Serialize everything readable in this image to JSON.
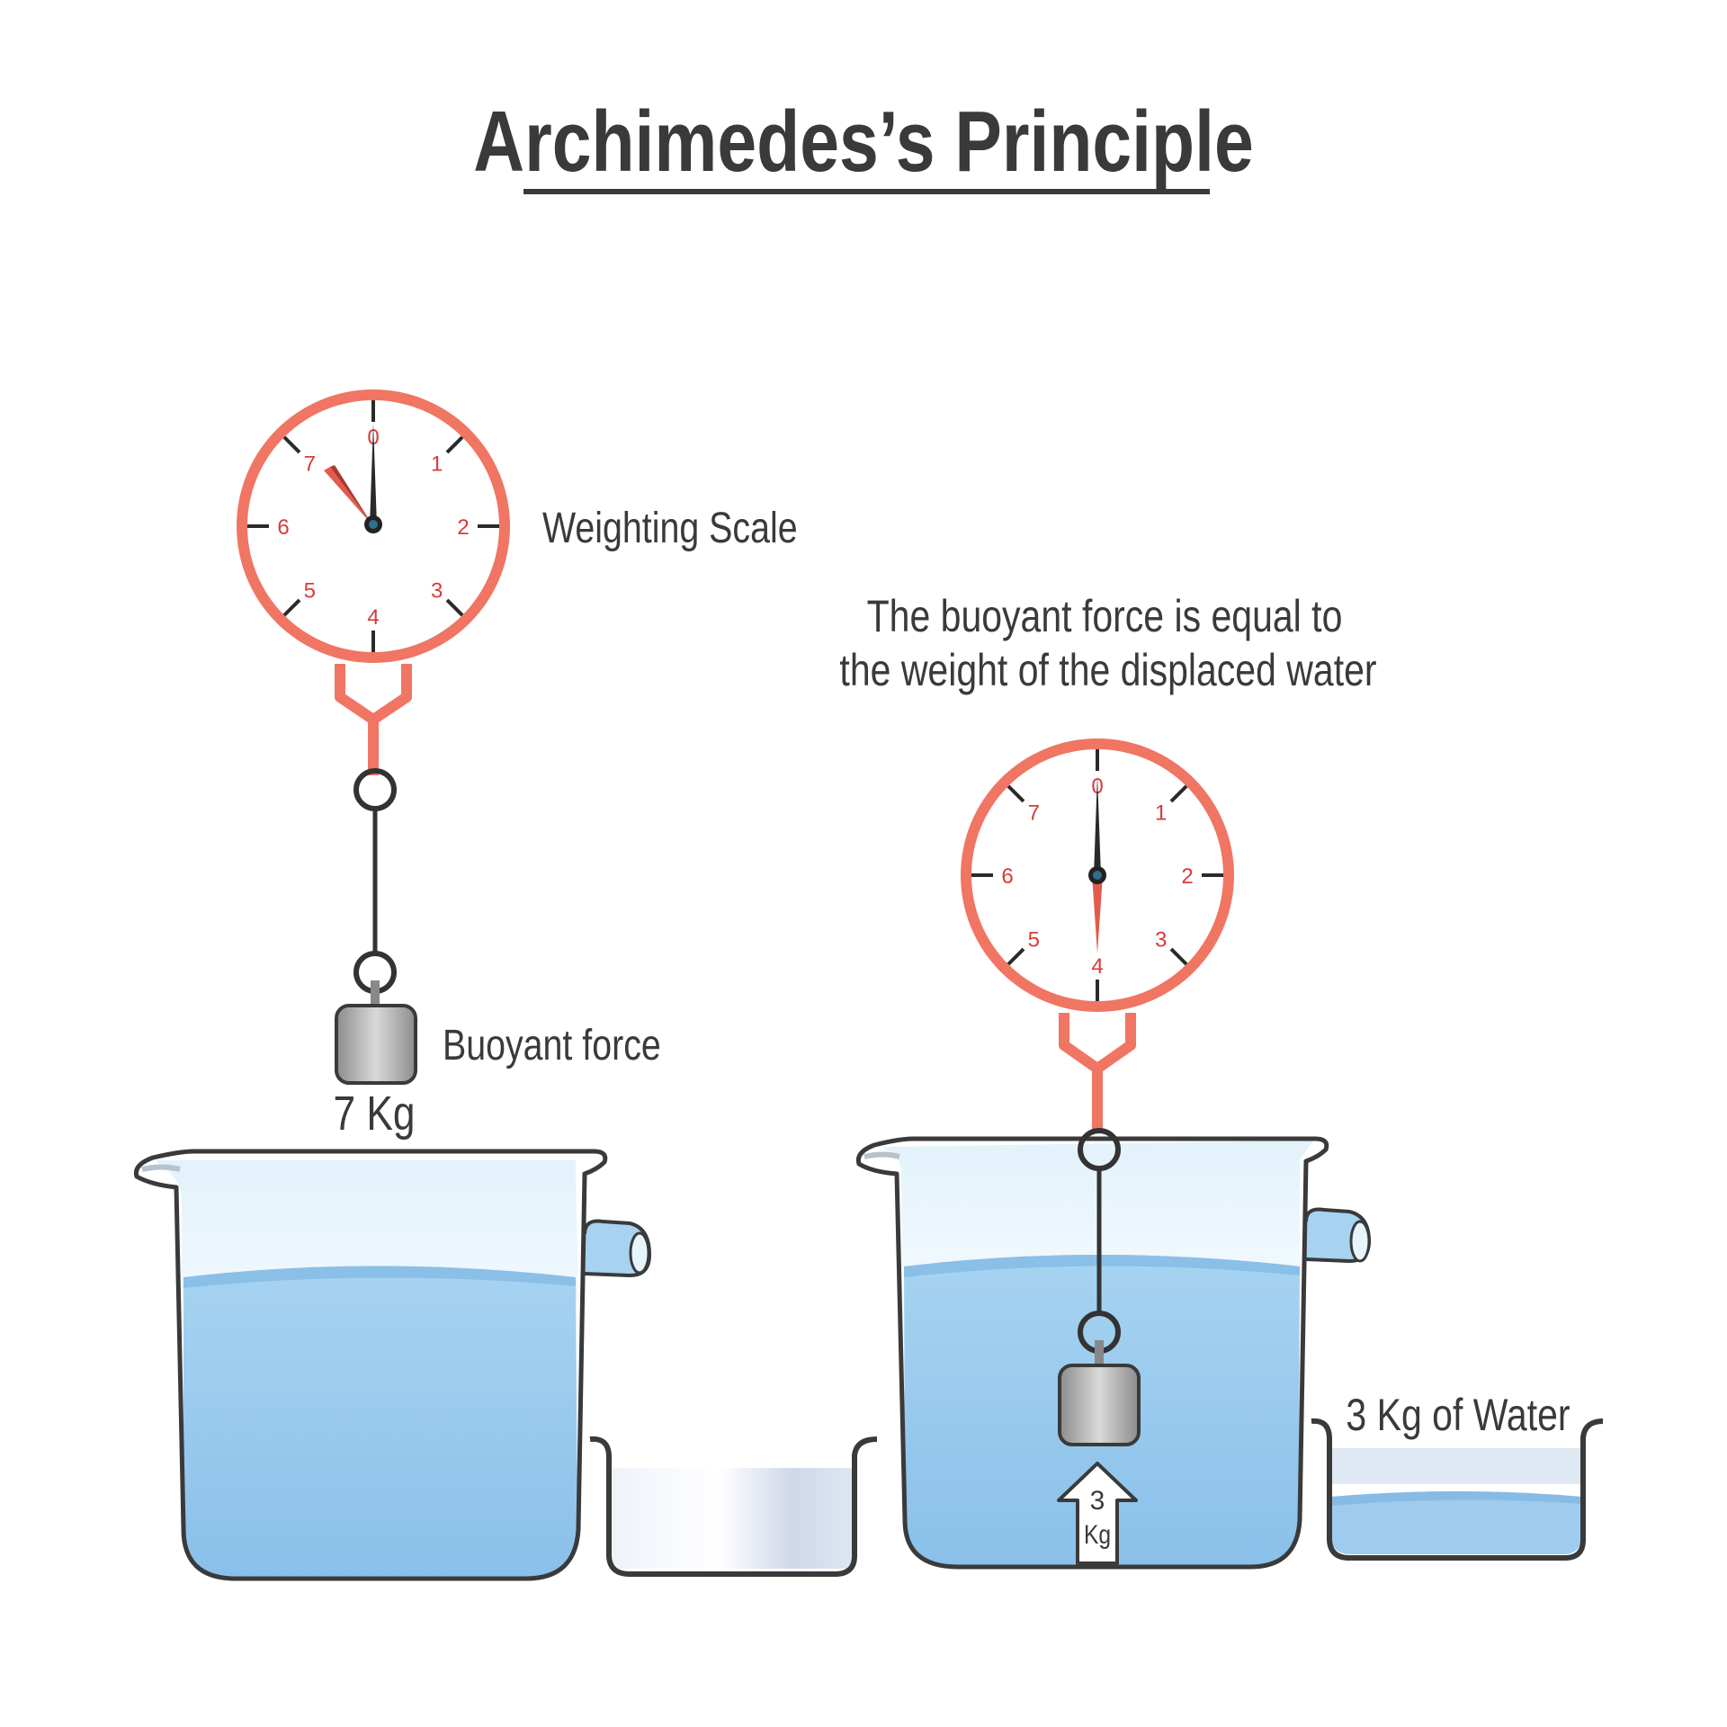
{
  "title": "Archimedes’s Principle",
  "labels": {
    "scale": "Weighting Scale",
    "buoyant": "Buoyant force",
    "weight": "7 Kg",
    "statement_line1": "The buoyant force is equal to",
    "statement_line2": "the weight of the displaced water",
    "displaced": "3 Kg of Water",
    "arrow_num": "3",
    "arrow_unit": "Kg"
  },
  "dial_numbers": [
    "0",
    "1",
    "2",
    "3",
    "4",
    "5",
    "6",
    "7"
  ],
  "readings": {
    "left_scale": 7,
    "right_scale": 4
  },
  "colors": {
    "scale_ring": "#f07563",
    "dial_text": "#d93a3a",
    "water": "#8fc4ea",
    "outline": "#3a3a3a",
    "weight_metal": "#a8a8a8"
  }
}
